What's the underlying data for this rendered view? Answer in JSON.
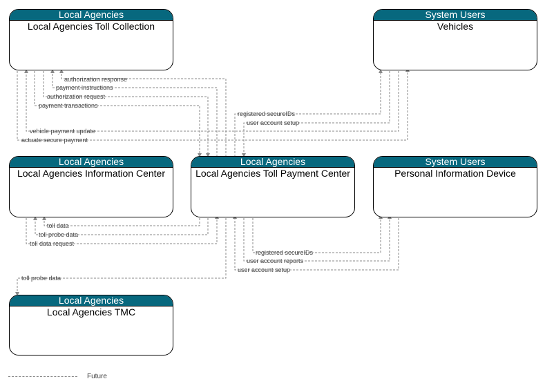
{
  "nodes": {
    "toll_collection": {
      "category": "Local Agencies",
      "title": "Local Agencies Toll Collection"
    },
    "vehicles": {
      "category": "System Users",
      "title": "Vehicles"
    },
    "info_center": {
      "category": "Local Agencies",
      "title": "Local Agencies Information Center"
    },
    "toll_payment": {
      "category": "Local Agencies",
      "title": "Local Agencies Toll Payment Center"
    },
    "pid": {
      "category": "System Users",
      "title": "Personal Information Device"
    },
    "tmc": {
      "category": "Local Agencies",
      "title": "Local Agencies TMC"
    }
  },
  "flows": {
    "authorization_response": "authorization response",
    "payment_instructions": "payment instructions",
    "authorization_request": "authorization request",
    "payment_transactions": "payment transactions",
    "registered_secureids_vehicles": "registered secureIDs",
    "user_account_setup_vehicles": "user account setup",
    "vehicle_payment_update": "vehicle payment update",
    "actuate_secure_payment": "actuate secure payment",
    "toll_data": "toll data",
    "toll_probe_data_ic": "toll probe data",
    "toll_data_request": "toll data request",
    "registered_secureids_pid": "registered secureIDs",
    "user_account_reports": "user account reports",
    "user_account_setup_pid": "user account setup",
    "toll_probe_data_tmc": "toll probe data"
  },
  "legend": {
    "future_label": "Future"
  },
  "colors": {
    "header": "#07687e",
    "flow": "#8a8a8a"
  }
}
